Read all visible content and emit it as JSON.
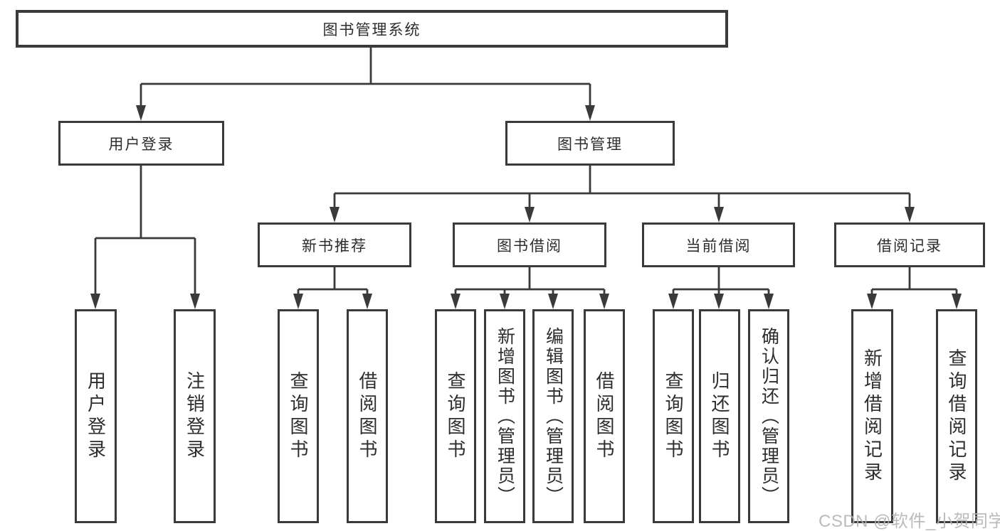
{
  "nodes": {
    "root": "图书管理系统",
    "user_login": "用户登录",
    "book_management": "图书管理",
    "new_book_recommend": "新书推荐",
    "book_borrow": "图书借阅",
    "current_borrow": "当前借阅",
    "borrow_record": "借阅记录",
    "leaf_user_login": "用户登录",
    "leaf_logout": "注销登录",
    "leaf_rec_query_book": "查询图书",
    "leaf_rec_borrow_book": "借阅图书",
    "leaf_bor_query_book": "查询图书",
    "leaf_bor_add_book": "新增图书（管理员）",
    "leaf_bor_edit_book": "编辑图书（管理员）",
    "leaf_bor_borrow_book": "借阅图书",
    "leaf_cur_query_book": "查询图书",
    "leaf_cur_return_book": "归还图书",
    "leaf_cur_confirm_return": "确认归还（管理员）",
    "leaf_rcd_add_record": "新增借阅记录",
    "leaf_rcd_query_record": "查询借阅记录"
  },
  "watermark": "CSDN @软件_小贺同学",
  "colors": {
    "line": "#3a3a3a",
    "text": "#2d2d2d",
    "watermark": "#b2b2b2"
  }
}
